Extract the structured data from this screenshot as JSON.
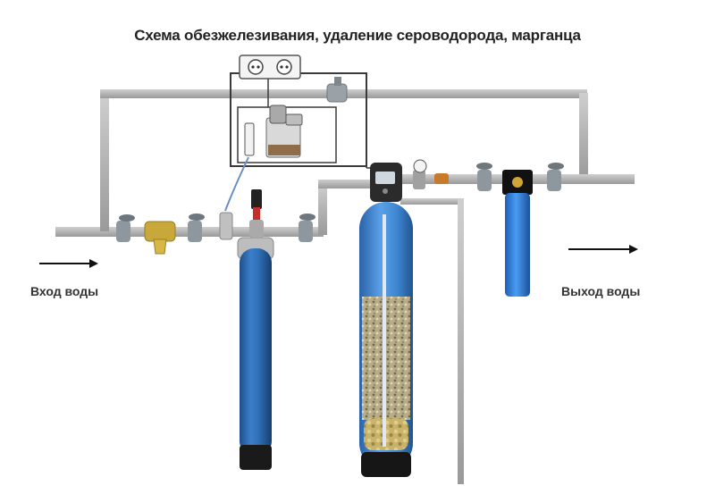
{
  "diagram": {
    "title": "Схема обезжелезивания, удаление сероводорода, марганца",
    "labels": {
      "water_in": "Вход воды",
      "water_out": "Выход воды"
    },
    "colors": {
      "pipe": "#b4b4b4",
      "tank_blue": "#2f6fb6",
      "filter_blue": "#2b7fe0",
      "valve": "#8e979e",
      "strainer": "#c8a83a",
      "media": "#b8ad86",
      "wire": "#3a3a3a"
    },
    "icons": [
      "arrow-right-icon",
      "valve-icon",
      "strainer-icon",
      "socket-icon",
      "pump-icon",
      "gauge-icon"
    ]
  }
}
